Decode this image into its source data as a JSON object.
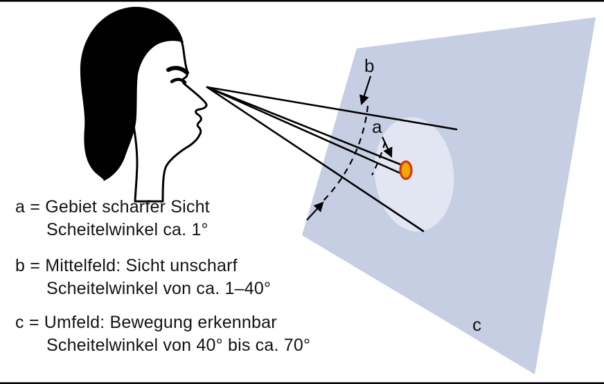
{
  "callouts": {
    "a": "a",
    "b": "b",
    "c": "c"
  },
  "legend": [
    {
      "l1": "a = Gebiet scharfer Sicht",
      "l2": "Scheitelwinkel ca. 1°"
    },
    {
      "l1": "b = Mittelfeld: Sicht unscharf",
      "l2": "Scheitelwinkel von ca. 1–40°"
    },
    {
      "l1": "c = Umfeld: Bewegung erkennbar",
      "l2": "Scheitelwinkel von 40° bis ca. 70°"
    }
  ],
  "colors": {
    "plane": "#c6cee3",
    "plane_edge": "#a9b2cd",
    "ellipse": "#e2e5f2",
    "spot_fill": "#f2a800",
    "spot_stroke": "#d13a0a",
    "ink": "#000000"
  }
}
